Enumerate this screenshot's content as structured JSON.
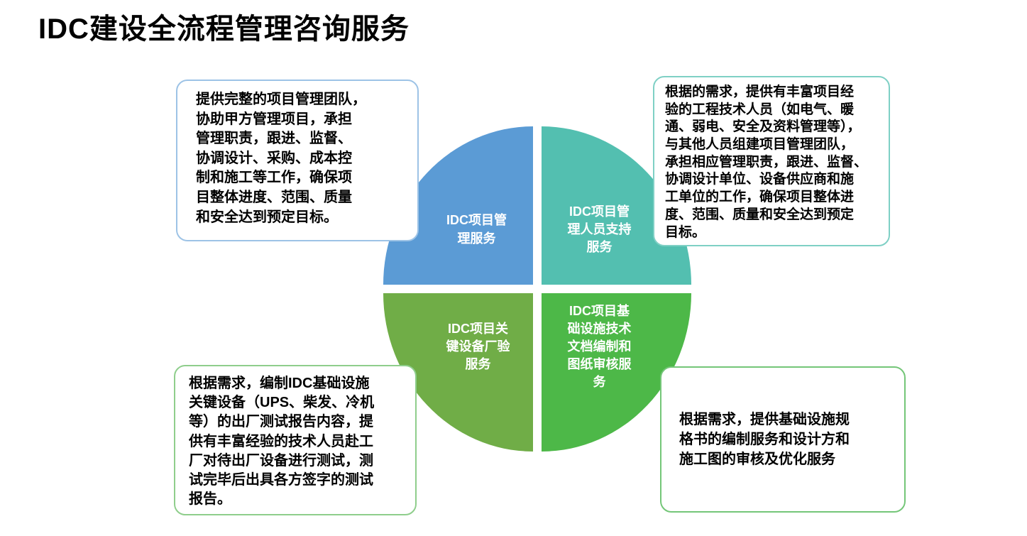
{
  "title": "IDC建设全流程管理咨询服务",
  "quadrants": [
    {
      "id": "project-management-service",
      "label": "IDC项目管\n理服务",
      "color": "#5B9BD5"
    },
    {
      "id": "project-management-staff-support-service",
      "label": "IDC项目管\n理人员支持\n服务",
      "color": "#53BFB0"
    },
    {
      "id": "key-equipment-factory-acceptance-service",
      "label": "IDC项目关\n键设备厂验\n服务",
      "color": "#70AD47"
    },
    {
      "id": "infrastructure-tech-docs-and-drawing-review-service",
      "label": "IDC项目基\n础设施技术\n文档编制和\n图纸审核服\n务",
      "color": "#4DB848"
    }
  ],
  "callouts": [
    {
      "id": "project-management-service-desc",
      "text": "提供完整的项目管理团队，\n协助甲方管理项目，承担\n管理职责，跟进、监督、\n协调设计、采购、成本控\n制和施工等工作，确保项\n目整体进度、范围、质量\n和安全达到预定目标。",
      "border_color": "#9DC3E6"
    },
    {
      "id": "staff-support-service-desc",
      "text": "根据的需求，提供有丰富项目经\n验的工程技术人员（如电气、暖\n通、弱电、安全及资料管理等），\n与其他人员组建项目管理团队，\n承担相应管理职责，跟进、监督、\n协调设计单位、设备供应商和施\n工单位的工作，确保项目整体进\n度、范围、质量和安全达到预定\n目标。",
      "border_color": "#7FD0C5"
    },
    {
      "id": "factory-acceptance-service-desc",
      "text": "根据需求，编制IDC基础设施\n关键设备（UPS、柴发、冷机\n等）的出厂测试报告内容，提\n供有丰富经验的技术人员赴工\n厂对待出厂设备进行测试，测\n试完毕后出具各方签字的测试\n报告。",
      "border_color": "#8FCE8C"
    },
    {
      "id": "tech-docs-service-desc",
      "text": "根据需求，提供基础设施规\n格书的编制服务和设计方和\n施工图的审核及优化服务",
      "border_color": "#74C678"
    }
  ]
}
